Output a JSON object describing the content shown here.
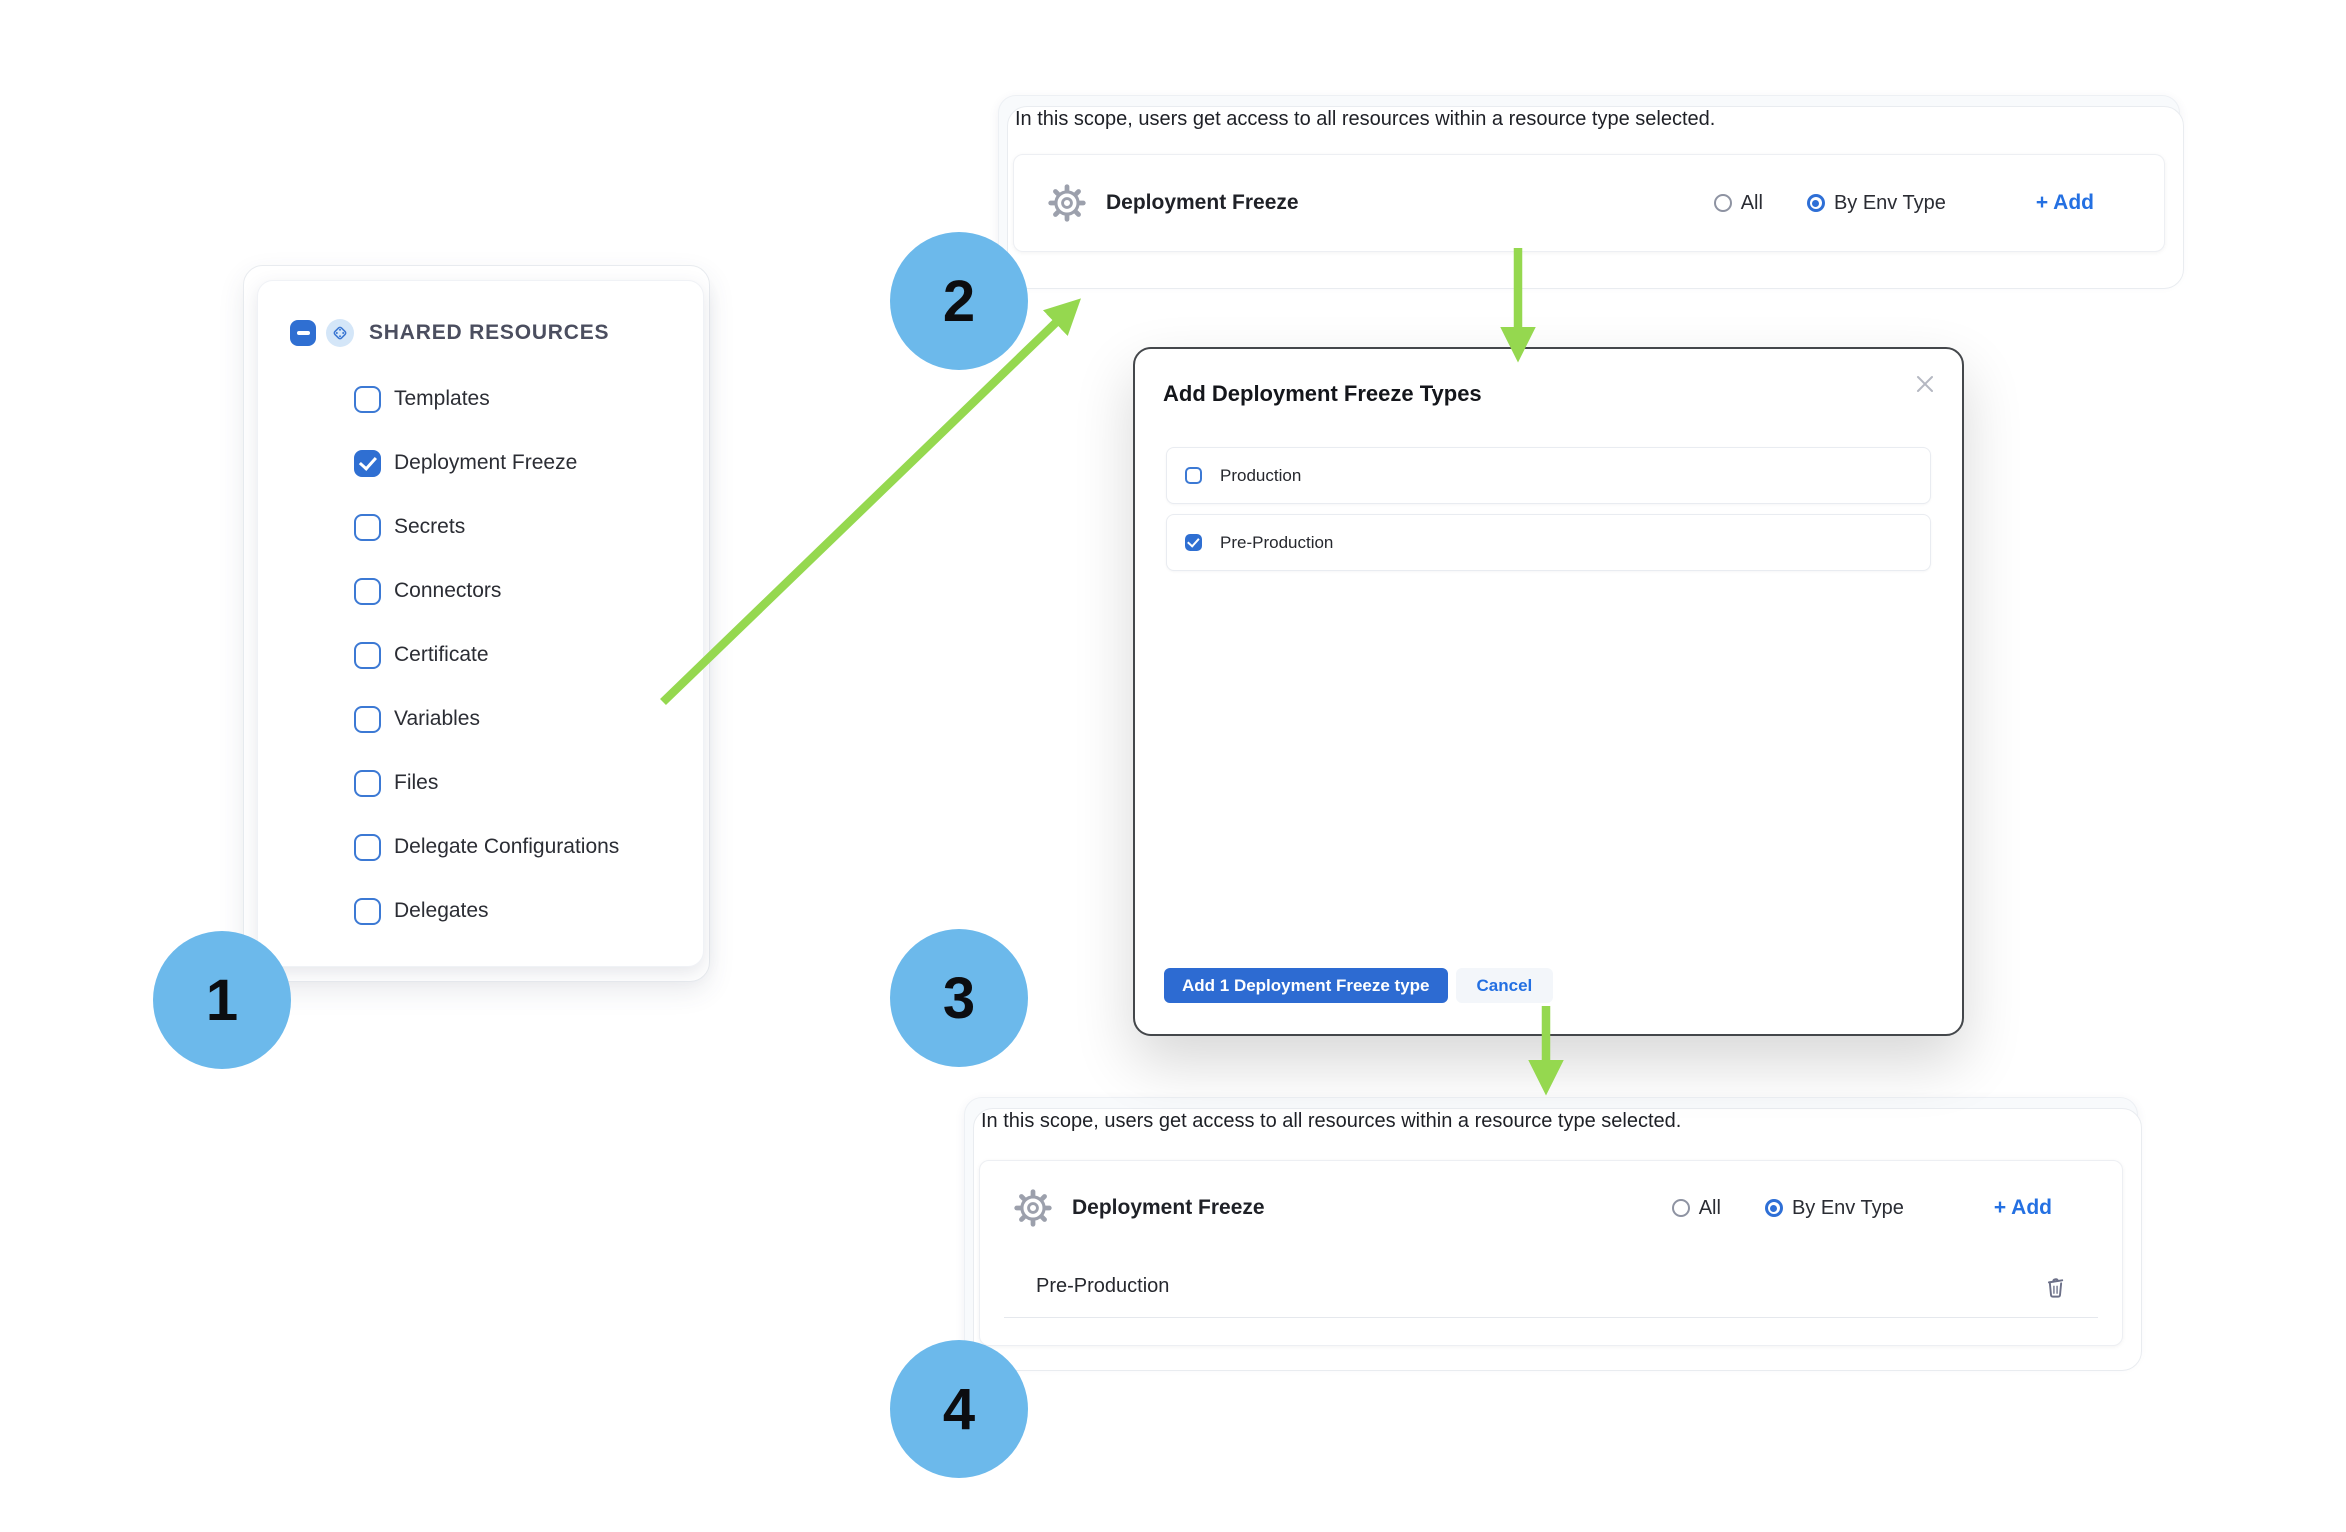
{
  "colors": {
    "primary_blue": "#2F6FD2",
    "link_blue": "#2470E2",
    "badge_blue": "#6CB9EB",
    "arrow_green": "#95D84F",
    "modal_border": "#44474B"
  },
  "steps": [
    {
      "number": "1"
    },
    {
      "number": "2"
    },
    {
      "number": "3"
    },
    {
      "number": "4"
    }
  ],
  "resource_tree": {
    "title": "SHARED RESOURCES",
    "items": [
      {
        "label": "Templates",
        "checked": false
      },
      {
        "label": "Deployment Freeze",
        "checked": true
      },
      {
        "label": "Secrets",
        "checked": false
      },
      {
        "label": "Connectors",
        "checked": false
      },
      {
        "label": "Certificate",
        "checked": false
      },
      {
        "label": "Variables",
        "checked": false
      },
      {
        "label": "Files",
        "checked": false
      },
      {
        "label": "Delegate Configurations",
        "checked": false
      },
      {
        "label": "Delegates",
        "checked": false
      }
    ]
  },
  "scope_panel_top": {
    "description": "In this scope, users get access to all resources within a resource type selected.",
    "resource_label": "Deployment Freeze",
    "options": [
      "All",
      "By Env Type"
    ],
    "selected_option": "By Env Type",
    "radio_all_checked": false,
    "radio_env_checked": true,
    "add_label": "+ Add"
  },
  "modal": {
    "title": "Add Deployment Freeze Types",
    "options": [
      {
        "label": "Production",
        "checked": false
      },
      {
        "label": "Pre-Production",
        "checked": true
      }
    ],
    "submit_label": "Add 1 Deployment Freeze type",
    "cancel_label": "Cancel"
  },
  "scope_panel_bottom": {
    "description": "In this scope, users get access to all resources within a resource type selected.",
    "resource_label": "Deployment Freeze",
    "options": [
      "All",
      "By Env Type"
    ],
    "selected_option": "By Env Type",
    "radio_all_checked": false,
    "radio_env_checked": true,
    "add_label": "+ Add",
    "selected_types": [
      {
        "label": "Pre-Production"
      }
    ]
  }
}
